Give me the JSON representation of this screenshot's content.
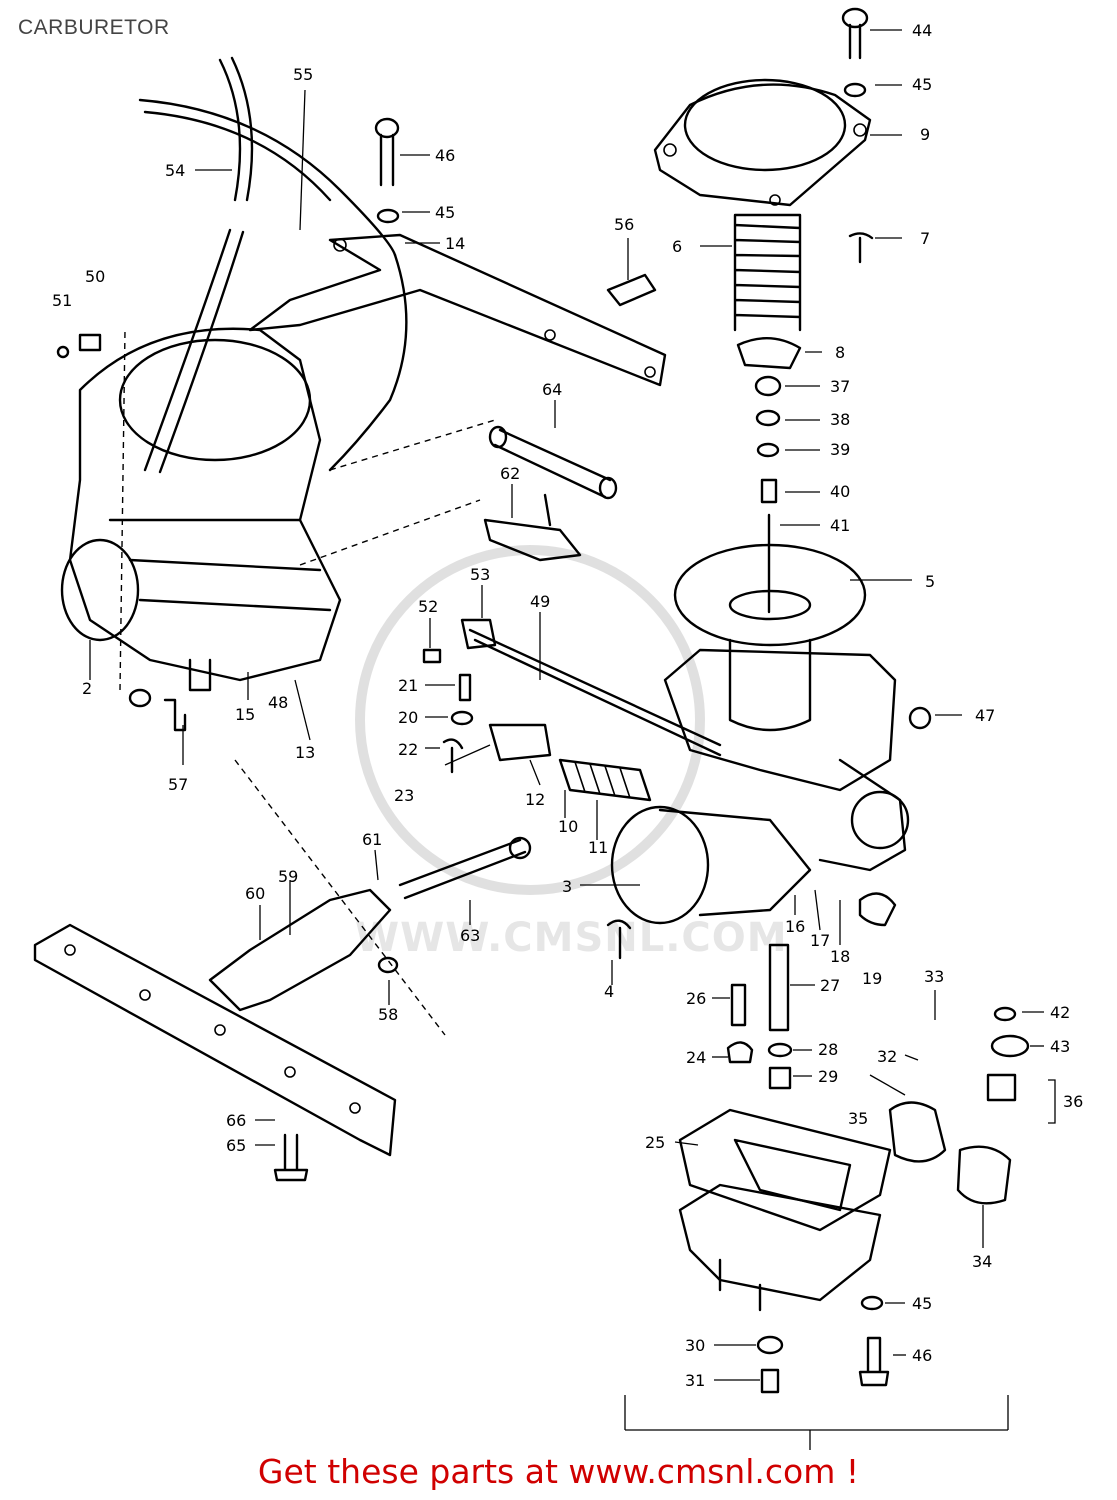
{
  "header": {
    "title": "CARBURETOR"
  },
  "watermark": "WWW.CMSNL.COM",
  "footer": {
    "cta": "Get these parts at www.cmsnl.com !"
  },
  "callouts": [
    {
      "id": "c44",
      "text": "44"
    },
    {
      "id": "c45a",
      "text": "45"
    },
    {
      "id": "c9",
      "text": "9"
    },
    {
      "id": "c7",
      "text": "7"
    },
    {
      "id": "c6",
      "text": "6"
    },
    {
      "id": "c8",
      "text": "8"
    },
    {
      "id": "c37",
      "text": "37"
    },
    {
      "id": "c38",
      "text": "38"
    },
    {
      "id": "c39",
      "text": "39"
    },
    {
      "id": "c40",
      "text": "40"
    },
    {
      "id": "c41",
      "text": "41"
    },
    {
      "id": "c5",
      "text": "5"
    },
    {
      "id": "c47",
      "text": "47"
    },
    {
      "id": "c55",
      "text": "55"
    },
    {
      "id": "c54",
      "text": "54"
    },
    {
      "id": "c46a",
      "text": "46"
    },
    {
      "id": "c45b",
      "text": "45"
    },
    {
      "id": "c14",
      "text": "14"
    },
    {
      "id": "c56",
      "text": "56"
    },
    {
      "id": "c51",
      "text": "51"
    },
    {
      "id": "c50",
      "text": "50"
    },
    {
      "id": "c64",
      "text": "64"
    },
    {
      "id": "c62",
      "text": "62"
    },
    {
      "id": "c53",
      "text": "53"
    },
    {
      "id": "c49",
      "text": "49"
    },
    {
      "id": "c52",
      "text": "52"
    },
    {
      "id": "c2",
      "text": "2"
    },
    {
      "id": "c15",
      "text": "15"
    },
    {
      "id": "c48",
      "text": "48"
    },
    {
      "id": "c13",
      "text": "13"
    },
    {
      "id": "c57",
      "text": "57"
    },
    {
      "id": "c21",
      "text": "21"
    },
    {
      "id": "c20",
      "text": "20"
    },
    {
      "id": "c22",
      "text": "22"
    },
    {
      "id": "c23",
      "text": "23"
    },
    {
      "id": "c12",
      "text": "12"
    },
    {
      "id": "c10",
      "text": "10"
    },
    {
      "id": "c11",
      "text": "11"
    },
    {
      "id": "c61",
      "text": "61"
    },
    {
      "id": "c3",
      "text": "3"
    },
    {
      "id": "c16",
      "text": "16"
    },
    {
      "id": "c17",
      "text": "17"
    },
    {
      "id": "c18",
      "text": "18"
    },
    {
      "id": "c19",
      "text": "19"
    },
    {
      "id": "c60",
      "text": "60"
    },
    {
      "id": "c59",
      "text": "59"
    },
    {
      "id": "c63",
      "text": "63"
    },
    {
      "id": "c4",
      "text": "4"
    },
    {
      "id": "c58",
      "text": "58"
    },
    {
      "id": "c26",
      "text": "26"
    },
    {
      "id": "c27",
      "text": "27"
    },
    {
      "id": "c33",
      "text": "33"
    },
    {
      "id": "c42",
      "text": "42"
    },
    {
      "id": "c43",
      "text": "43"
    },
    {
      "id": "c24",
      "text": "24"
    },
    {
      "id": "c28",
      "text": "28"
    },
    {
      "id": "c32",
      "text": "32"
    },
    {
      "id": "c29",
      "text": "29"
    },
    {
      "id": "c35",
      "text": "35"
    },
    {
      "id": "c36",
      "text": "36"
    },
    {
      "id": "c25",
      "text": "25"
    },
    {
      "id": "c34",
      "text": "34"
    },
    {
      "id": "c45c",
      "text": "45"
    },
    {
      "id": "c30",
      "text": "30"
    },
    {
      "id": "c46b",
      "text": "46"
    },
    {
      "id": "c31",
      "text": "31"
    },
    {
      "id": "c66",
      "text": "66"
    },
    {
      "id": "c65",
      "text": "65"
    }
  ]
}
